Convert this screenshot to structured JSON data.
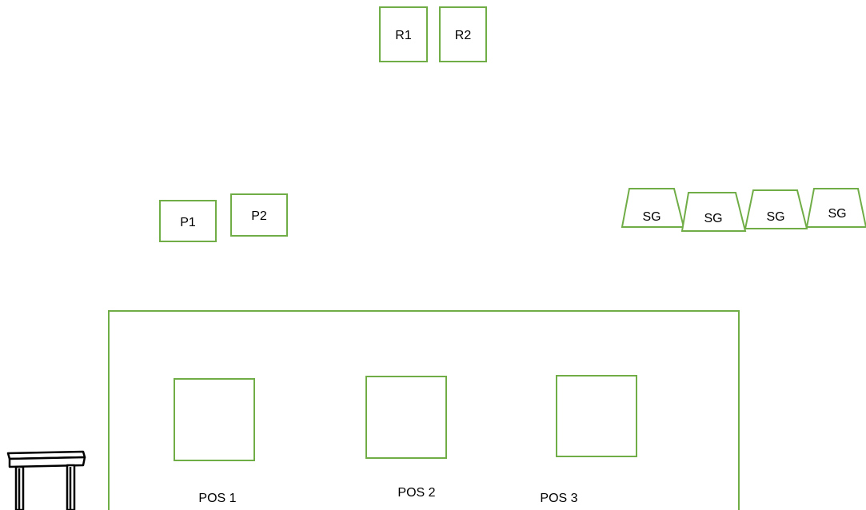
{
  "colors": {
    "outline": "#70ad47",
    "text": "#000000",
    "background": "#ffffff"
  },
  "labels": {
    "r1": "R1",
    "r2": "R2",
    "p1": "P1",
    "p2": "P2",
    "sg": [
      "SG",
      "SG",
      "SG",
      "SG"
    ],
    "pos1": "POS 1",
    "pos2": "POS 2",
    "pos3": "POS 3"
  },
  "icons": {
    "furniture": "table-icon"
  }
}
